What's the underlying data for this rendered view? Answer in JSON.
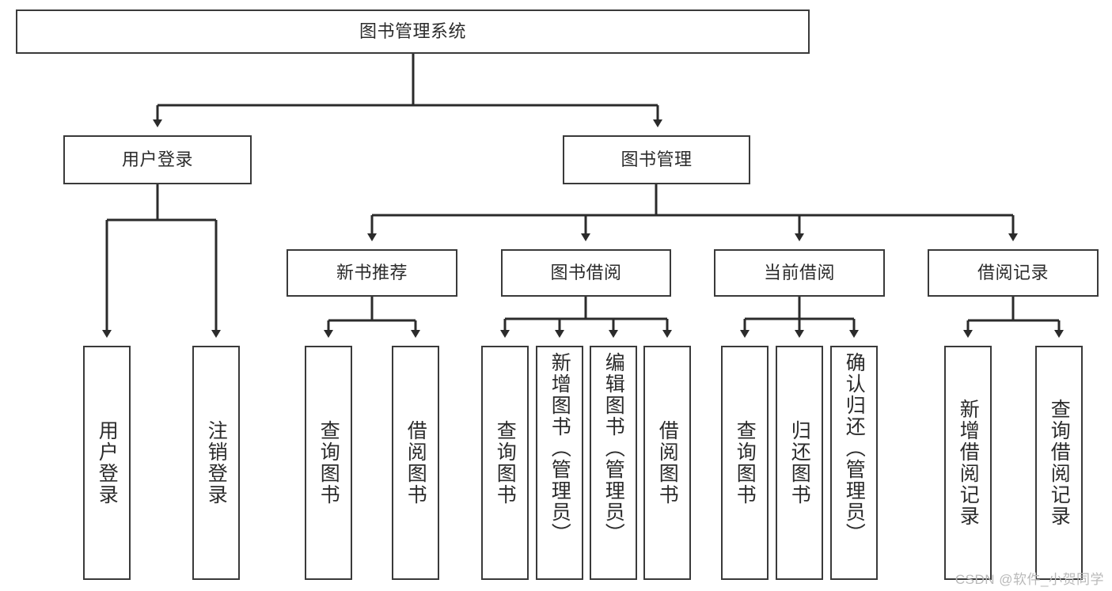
{
  "diagram": {
    "title": "图书管理系统",
    "type": "tree-hierarchy-diagram",
    "colors": {
      "node_border": "#3a3a3a",
      "node_fill": "#ffffff",
      "edge": "#2b2b2b",
      "text": "#2b2b2b",
      "watermark": "#b9b9b9",
      "background": "#ffffff"
    },
    "root": {
      "label": "图书管理系统"
    },
    "level2": [
      {
        "label": "用户登录"
      },
      {
        "label": "图书管理"
      }
    ],
    "level3": [
      {
        "label": "新书推荐"
      },
      {
        "label": "图书借阅"
      },
      {
        "label": "当前借阅"
      },
      {
        "label": "借阅记录"
      }
    ],
    "leaves": {
      "user_login": [
        {
          "label": "用户登录"
        },
        {
          "label": "注销登录"
        }
      ],
      "new_book_recommend": [
        {
          "label": "查询图书"
        },
        {
          "label": "借阅图书"
        }
      ],
      "book_borrow": [
        {
          "label": "查询图书"
        },
        {
          "label": "新增图书（管理员）"
        },
        {
          "label": "编辑图书（管理员）"
        },
        {
          "label": "借阅图书"
        }
      ],
      "current_borrow": [
        {
          "label": "查询图书"
        },
        {
          "label": "归还图书"
        },
        {
          "label": "确认归还（管理员）"
        }
      ],
      "borrow_record": [
        {
          "label": "新增借阅记录"
        },
        {
          "label": "查询借阅记录"
        }
      ]
    }
  },
  "watermark": {
    "text": "CSDN @软件_小贺同学"
  }
}
